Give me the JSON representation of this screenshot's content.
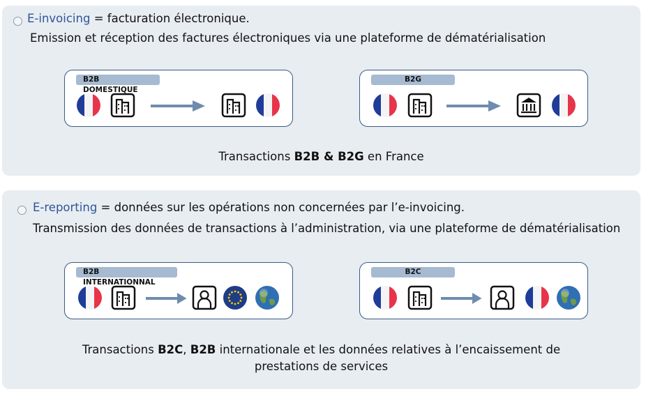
{
  "einvoicing": {
    "keyword": "E-invoicing",
    "definition": " = facturation électronique.",
    "description": "Emission et réception des factures électroniques via une plateforme de dématérialisation",
    "boxes": [
      {
        "label": "B2B DOMESTIQUE"
      },
      {
        "label": "B2G"
      }
    ],
    "caption": {
      "pre": "Transactions ",
      "bold": "B2B & B2G",
      "post": " en France"
    }
  },
  "ereporting": {
    "keyword": "E-reporting",
    "definition": " = données sur les opérations non concernées par l’e-invoicing.",
    "description": "Transmission des données de transactions à l’administration, via une plateforme de dématérialisation",
    "boxes": [
      {
        "label": "B2B INTERNATIONNAL"
      },
      {
        "label": "B2C"
      }
    ],
    "caption": {
      "pre": "Transactions ",
      "b1": "B2C",
      ", ": ", ",
      "b2": "B2B",
      "post": " internationale et les données relatives à l’encaissement de",
      "line2": "prestations de services"
    }
  },
  "colors": {
    "keyword": "#2f5597",
    "panel": "#e8edf2",
    "border": "#3b5a85",
    "tag": "#a6bad1",
    "arrow": "#6f8cae"
  }
}
